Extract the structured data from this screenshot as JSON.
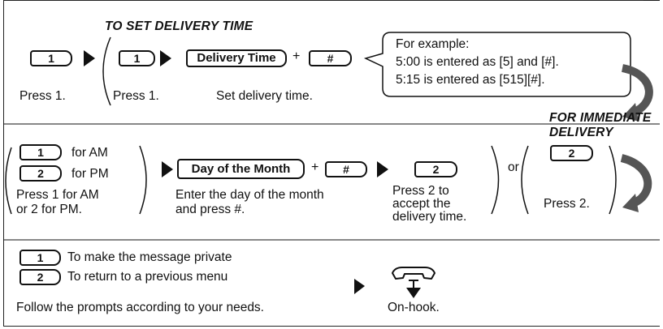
{
  "section1": {
    "heading": "TO SET DELIVERY TIME",
    "key_a": "1",
    "caption_a": "Press 1.",
    "key_b": "1",
    "caption_b": "Press 1.",
    "delivery_time_label": "Delivery Time",
    "plus": "+",
    "hash_key": "#",
    "caption_c": "Set delivery time.",
    "example_lines": [
      "For example:",
      "5:00 is entered as [5] and [#].",
      "5:15 is entered as [515][#]."
    ]
  },
  "section2": {
    "key_am": "1",
    "am_label": "for AM",
    "key_pm": "2",
    "pm_label": "for PM",
    "caption_ampm": [
      "Press 1 for AM",
      "or 2 for PM."
    ],
    "day_label": "Day of the Month",
    "plus": "+",
    "hash_key": "#",
    "caption_day": [
      "Enter the day of the month",
      "and press #."
    ],
    "key_accept": "2",
    "caption_accept": [
      "Press 2 to",
      "accept the",
      "delivery time."
    ],
    "or_text": "or",
    "immediate_heading": [
      "FOR IMMEDIATE",
      "DELIVERY"
    ],
    "key_immediate": "2",
    "caption_immediate": "Press 2."
  },
  "section3": {
    "key_private": "1",
    "private_label": "To make the message private",
    "key_previous": "2",
    "previous_label": "To return to a previous menu",
    "caption": "Follow the prompts according to your needs.",
    "onhook_caption": "On-hook."
  },
  "icons": {
    "arrow": "right-pointer-icon",
    "loop": "curved-return-arrow-icon",
    "handset": "handset-on-hook-icon"
  }
}
